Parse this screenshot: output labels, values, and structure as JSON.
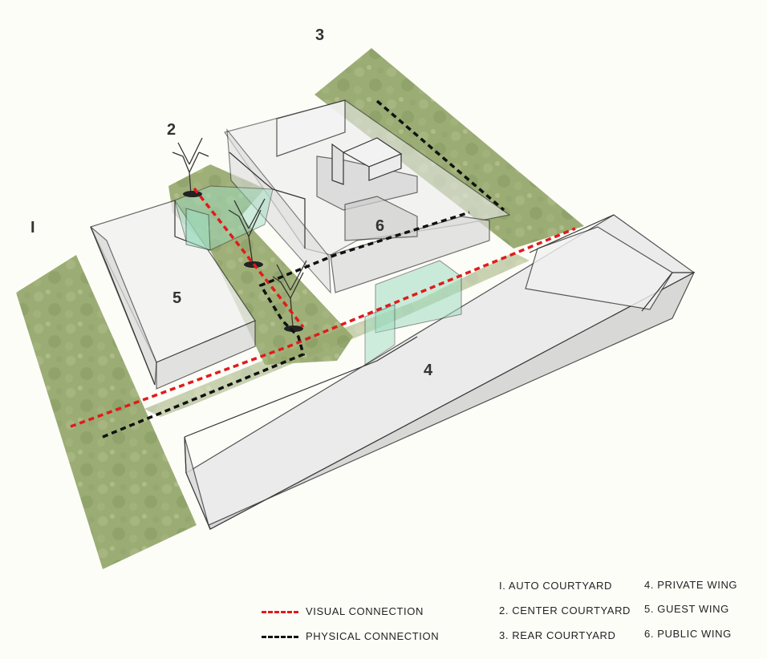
{
  "zone_labels": {
    "auto_courtyard": "I",
    "center_courtyard": "2",
    "rear_courtyard": "3",
    "private_wing": "4",
    "guest_wing": "5",
    "public_wing": "6"
  },
  "legend": {
    "visual": {
      "label": "VISUAL CONNECTION",
      "color": "#e01b1b"
    },
    "physical": {
      "label": "PHYSICAL CONNECTION",
      "color": "#111111"
    }
  },
  "key": {
    "col1": [
      "I.  AUTO COURTYARD",
      "2.  CENTER COURTYARD",
      "3.  REAR  COURTYARD"
    ],
    "col2": [
      "4.  PRIVATE WING",
      "5.  GUEST WING",
      "6.  PUBLIC WING"
    ]
  },
  "colors": {
    "grass": "#8fa366",
    "glass_green": "#9fdcc0",
    "volume_fill": "#eeeeee",
    "volume_side": "#d6d6d6",
    "edge": "#333333"
  }
}
